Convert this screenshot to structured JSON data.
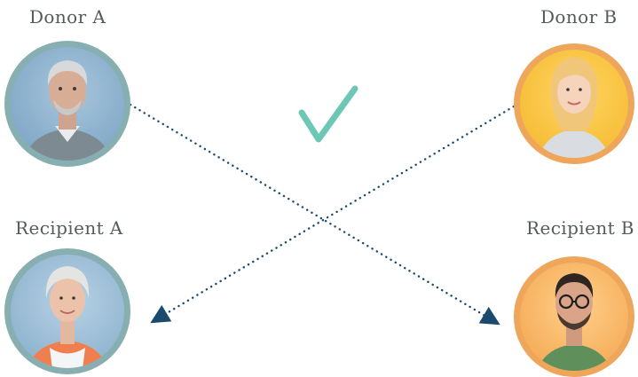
{
  "labels": {
    "donor_a": "Donor A",
    "donor_b": "Donor B",
    "recipient_a": "Recipient A",
    "recipient_b": "Recipient B"
  },
  "colors": {
    "ring_a": "#87aeb1",
    "ring_b": "#eea65a",
    "arrow": "#1a4a6e",
    "check": "#6cc7b4",
    "label_text": "#555a5e"
  },
  "icons": {
    "match": "check-icon",
    "arrow_head": "arrow-head-icon"
  }
}
